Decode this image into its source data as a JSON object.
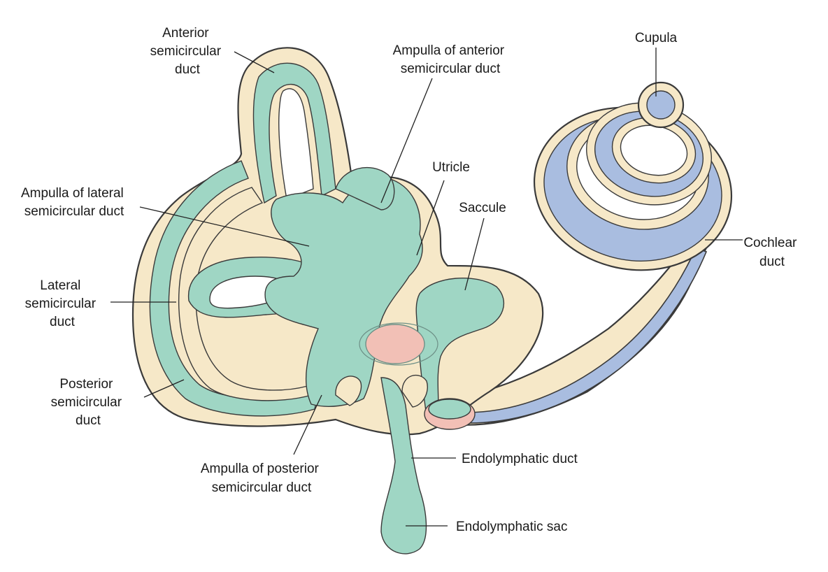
{
  "colors": {
    "background": "#ffffff",
    "bony_labyrinth": "#f6e8c8",
    "vestibular_duct": "#9fd6c4",
    "cochlear_duct": "#a9bde0",
    "macula": "#f2c0b6",
    "outline": "#3a3a3a"
  },
  "labels": {
    "anterior_semicircular_duct": [
      "Anterior",
      "semicircular",
      "duct"
    ],
    "ampulla_anterior": [
      "Ampulla of anterior",
      "semicircular duct"
    ],
    "cupula": [
      "Cupula"
    ],
    "utricle": [
      "Utricle"
    ],
    "ampulla_lateral": [
      "Ampulla of lateral",
      "semicircular duct"
    ],
    "saccule": [
      "Saccule"
    ],
    "cochlear_duct": [
      "Cochlear",
      "duct"
    ],
    "lateral_semicircular_duct": [
      "Lateral",
      "semicircular",
      "duct"
    ],
    "posterior_semicircular_duct": [
      "Posterior",
      "semicircular",
      "duct"
    ],
    "ampulla_posterior": [
      "Ampulla of posterior",
      "semicircular duct"
    ],
    "endolymphatic_duct": [
      "Endolymphatic duct"
    ],
    "endolymphatic_sac": [
      "Endolymphatic sac"
    ]
  }
}
